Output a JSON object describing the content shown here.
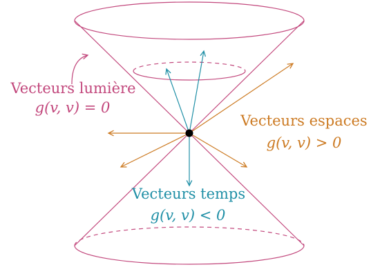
{
  "colors": {
    "light": "#c2477c",
    "time": "#1f8fa6",
    "space": "#cc7a22",
    "event": "#000000"
  },
  "labels": {
    "light": {
      "title": "Vecteurs lumière",
      "formula": "g(v, v) = 0"
    },
    "space": {
      "title": "Vecteurs espaces",
      "formula": "g(v, v) > 0"
    },
    "time": {
      "title": "Vecteurs temps",
      "formula": "g(v, v) < 0"
    }
  }
}
